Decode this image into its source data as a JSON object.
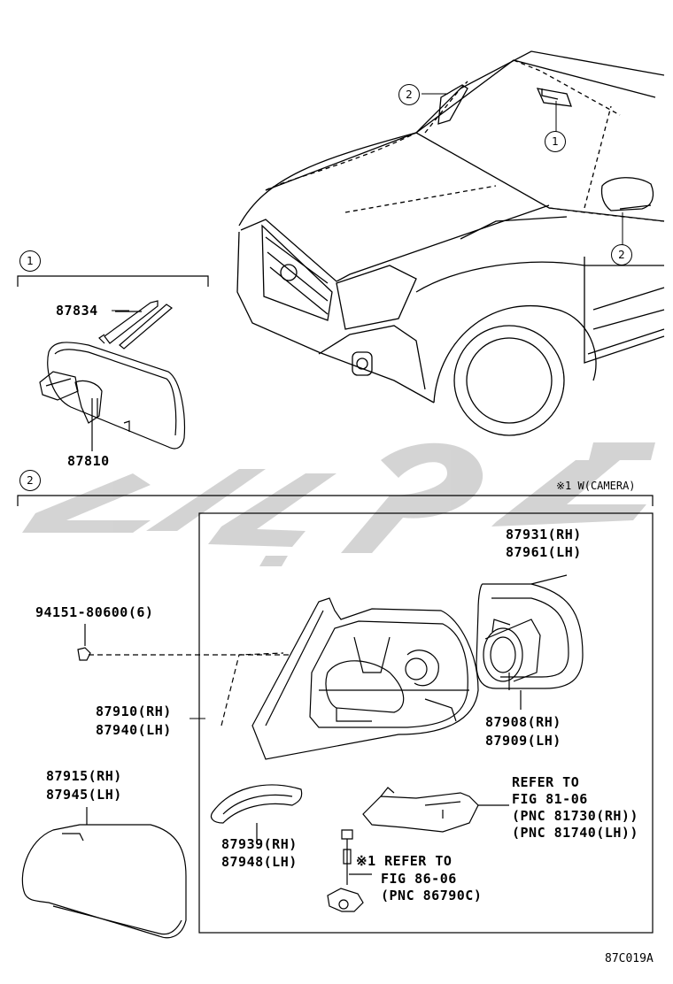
{
  "callouts": {
    "one": "1",
    "two": "2"
  },
  "section1": {
    "parts": {
      "p87834": "87834",
      "p87810": "87810"
    }
  },
  "section2": {
    "note": "※1 W(CAMERA)",
    "parts": {
      "p87931": "87931(RH)",
      "p87961": "87961(LH)",
      "p94151": "94151-80600(6)",
      "p87910": "87910(RH)",
      "p87940": "87940(LH)",
      "p87908": "87908(RH)",
      "p87909": "87909(LH)",
      "p87915": "87915(RH)",
      "p87945": "87945(LH)",
      "p87939": "87939(RH)",
      "p87948": "87948(LH)"
    },
    "refer1": {
      "line1": "REFER TO",
      "line2": "FIG 81-06",
      "line3": "(PNC 81730(RH))",
      "line4": "(PNC 81740(LH))"
    },
    "refer2": {
      "line1": "※1 REFER TO",
      "line2": "FIG 86-06",
      "line3": "(PNC 86790C)"
    }
  },
  "figure_code": "87C019A",
  "watermark_color": "#c8c8c8"
}
